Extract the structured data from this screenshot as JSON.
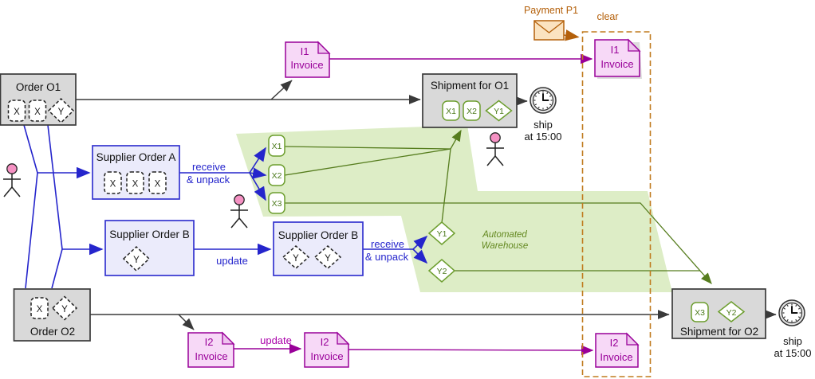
{
  "colors": {
    "blue": "#2525cc",
    "purple": "#990099",
    "magenta": "#aa00aa",
    "olive_line": "#567d1e",
    "olive_icon": "#6d9e2f",
    "zone_fill": "#ddedc6",
    "brown": "#b4600a",
    "gray_fill": "#d9d9d9",
    "lavender_fill": "#ebebfb",
    "invoice_fill": "#f7d9f7",
    "envelope_fill": "#fbe3c0",
    "actor_head": "#f591c3"
  },
  "nodes": {
    "order_o1": {
      "label": "Order O1",
      "items": [
        "X",
        "X",
        "Y"
      ]
    },
    "order_o2": {
      "label": "Order O2",
      "items": [
        "X",
        "Y"
      ]
    },
    "supplier_order_a": {
      "label": "Supplier Order A",
      "items": [
        "X",
        "X",
        "X"
      ]
    },
    "supplier_order_b1": {
      "label": "Supplier Order B",
      "items": [
        "Y"
      ]
    },
    "supplier_order_b2": {
      "label": "Supplier Order B",
      "items": [
        "Y",
        "Y"
      ]
    },
    "shipment_o1": {
      "label": "Shipment for O1",
      "items": [
        "X1",
        "X2",
        "Y1"
      ]
    },
    "shipment_o2": {
      "label": "Shipment for O2",
      "items": [
        "X3",
        "Y2"
      ]
    },
    "invoice_i1_a": {
      "id": "I1",
      "label": "Invoice"
    },
    "invoice_i1_b": {
      "id": "I1",
      "label": "Invoice"
    },
    "invoice_i2_a": {
      "id": "I2",
      "label": "Invoice"
    },
    "invoice_i2_b": {
      "id": "I2",
      "label": "Invoice"
    },
    "invoice_i2_c": {
      "id": "I2",
      "label": "Invoice"
    },
    "item_x1": "X1",
    "item_x2": "X2",
    "item_x3": "X3",
    "item_y1": "Y1",
    "item_y2": "Y2",
    "payment": {
      "label": "Payment P1"
    },
    "clear": "clear",
    "warehouse": {
      "line1": "Automated",
      "line2": "Warehouse"
    },
    "ship1": {
      "line1": "ship",
      "line2": "at 15:00"
    },
    "ship2": {
      "line1": "ship",
      "line2": "at 15:00"
    }
  },
  "edges": {
    "receive_unpack_a": {
      "line1": "receive",
      "line2": "& unpack"
    },
    "receive_unpack_b": {
      "line1": "receive",
      "line2": "& unpack"
    },
    "update_order": "update",
    "update_invoice": "update"
  }
}
